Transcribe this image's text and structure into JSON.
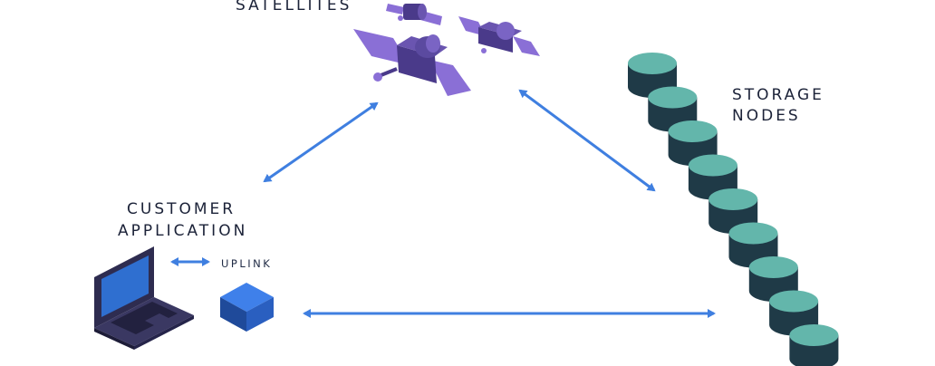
{
  "labels": {
    "satellites": "SATELLITES",
    "storage_line1": "STORAGE",
    "storage_line2": "NODES",
    "customer_line1": "CUSTOMER",
    "customer_line2": "APPLICATION",
    "uplink": "UPLINK"
  },
  "colors": {
    "arrow": "#3f7fe0",
    "satellite_panel": "#8a6fd6",
    "satellite_body": "#4a3a8a",
    "storage_top": "#63b6ab",
    "storage_side": "#1f3a47",
    "laptop_frame": "#2e2c50",
    "laptop_screen": "#2f6fd0",
    "uplink_top": "#3f80ea",
    "uplink_side": "#1f4a9a"
  },
  "storage_node_count": 9
}
